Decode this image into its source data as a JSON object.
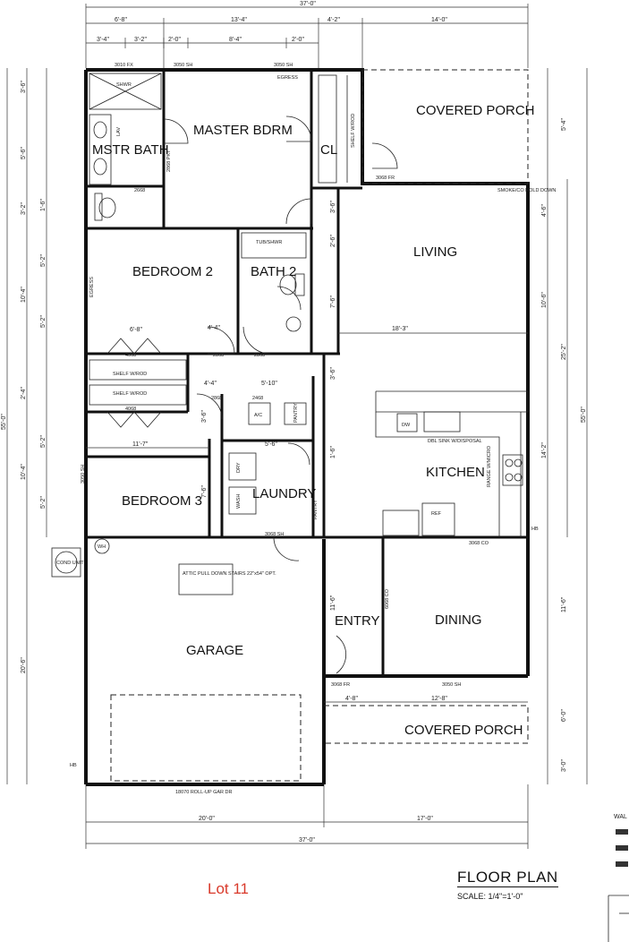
{
  "rooms": {
    "master_bdrm": "MASTER BDRM",
    "mstr_bath": "MSTR BATH",
    "covered_porch_top": "COVERED PORCH",
    "bedroom2": "BEDROOM 2",
    "bath2": "BATH 2",
    "living": "LIVING",
    "kitchen": "KITCHEN",
    "bedroom3": "BEDROOM 3",
    "laundry": "LAUNDRY",
    "garage": "GARAGE",
    "entry": "ENTRY",
    "dining": "DINING",
    "covered_porch_bottom": "COVERED PORCH",
    "closet": "CL"
  },
  "overall_dims": {
    "top_total": "37'-0\"",
    "bottom_total": "37'-0\"",
    "left_total": "55'-0\"",
    "right_total": "55'-0\""
  },
  "top_dims": [
    "6'-8\"",
    "13'-4\"",
    "4'-2\"",
    "14'-0\""
  ],
  "top_sub_dims": [
    "3'-4\"",
    "3'-2\"",
    "2'-0\"",
    "8'-4\"",
    "2'-0\""
  ],
  "bottom_dims": [
    "20'-0\"",
    "17'-0\""
  ],
  "left_dims": [
    "3'-6\"",
    "5'-6\"",
    "3'-2\"",
    "1'-6\"",
    "5'-2\"",
    "10'-4\"",
    "5'-2\"",
    "2'-4\"",
    "5'-2\"",
    "10'-4\"",
    "5'-2\"",
    "20'-6\""
  ],
  "right_dims": [
    "5'-4\"",
    "4'-6\"",
    "10'-6\"",
    "25'-2\"",
    "14'-2\"",
    "11'-6\"",
    "6'-0\"",
    "3'-0\""
  ],
  "interior_dims": {
    "living_width": "18'-3\"",
    "br3_width": "11'-7\"",
    "br2_closet": "6'-8\"",
    "hall1": "4'-4\"",
    "hall2": "4'-4\"",
    "hall3": "5'-10\"",
    "laundry_w": "5'-6\"",
    "entry_w": "4'-8\"",
    "dining_w": "12'-8\"",
    "v_dims": [
      "3'-6\"",
      "2'-6\"",
      "7'-6\"",
      "3'-6\"",
      "3'-6\"",
      "7'-6\"",
      "11'-6\"",
      "1'-6\""
    ]
  },
  "labels": {
    "window_3010": "3010 FX",
    "window_3050_a": "3050 SH",
    "window_3050_b": "3050 SH",
    "egress": "EGRESS",
    "door_2668": "2668",
    "door_2868_pkt": "2868 PKT",
    "shelf_rod": "SHELF W/ROD",
    "door_3068_fr": "3068 FR",
    "smoke_co": "SMOKE/CO HOLD DOWN",
    "tub_shwr": "TUB/SHWR",
    "lav": "LAV",
    "shwr": "SHWR",
    "door_4068_a": "4068",
    "door_4068_b": "4068",
    "shelf_rod_2": "SHELF W/ROD",
    "shelf_rod_3": "SHELF W/ROD",
    "door_2868_a": "2868",
    "door_2868_b": "2868",
    "door_2868_c": "2868",
    "door_2468": "2468",
    "ac": "A/C",
    "pantry": "PANTRY",
    "pantry2": "PANTRY",
    "dbl_sink": "DBL SINK W/DISPOSAL",
    "dw": "DW",
    "range": "RANGE W/MICRO",
    "ref": "REF",
    "dry": "DRY",
    "wash": "WASH",
    "door_3068_laundry": "3068 SH",
    "door_3068_co": "3068 CO",
    "wh": "WH",
    "cond_unit": "COND UNIT",
    "attic_pull": "ATTIC PULL DOWN STAIRS 22\"x54\" OPT.",
    "garage_door": "18070 ROLL-UP GAR DR",
    "door_3068_entry": "3068 FR",
    "window_3050_dining": "3050 SH",
    "window_3050_bedroom": "3050 SH",
    "hb": "HB",
    "door_6068": "6068 CO"
  },
  "footer": {
    "lot": "Lot 11",
    "title": "FLOOR PLAN",
    "scale": "SCALE:  1/4\"=1'-0\""
  },
  "right_edge": {
    "wal": "WAL"
  }
}
